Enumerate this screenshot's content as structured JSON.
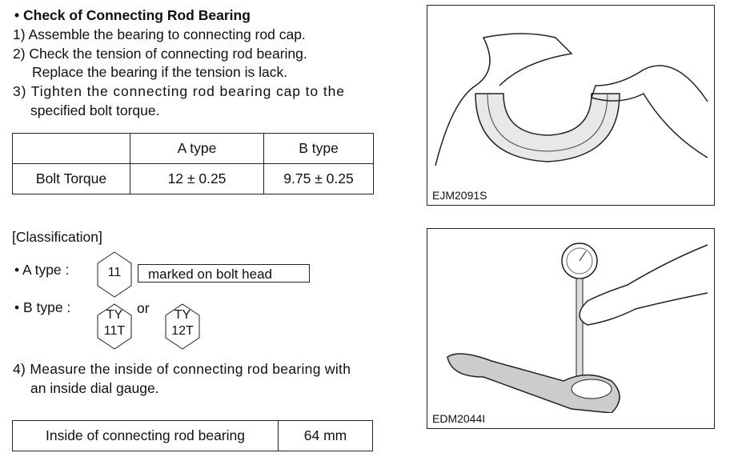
{
  "heading": "• Check of Connecting Rod Bearing",
  "steps": {
    "s1": "1) Assemble the bearing to connecting rod cap.",
    "s2": "2) Check the tension of connecting rod bearing.",
    "s2b": "Replace the bearing if the tension is lack.",
    "s3": "3) Tighten the connecting rod bearing cap to the",
    "s3b": "specified bolt torque.",
    "s4": "4) Measure the inside of connecting rod bearing with",
    "s4b": "an inside dial gauge."
  },
  "torque_table": {
    "headers": [
      "",
      "A type",
      "B type"
    ],
    "row": [
      "Bolt Torque",
      "12 ± 0.25",
      "9.75 ± 0.25"
    ]
  },
  "classification": {
    "title": "[Classification]",
    "a_label": "• A type :",
    "a_mark": "11",
    "a_note": "marked on bolt head",
    "b_label": "• B type :",
    "b_mark1_top": "TY",
    "b_mark1_bot": "11T",
    "or": "or",
    "b_mark2_top": "TY",
    "b_mark2_bot": "12T"
  },
  "inside_table": {
    "label": "Inside of connecting rod bearing",
    "value": "64 mm"
  },
  "figures": {
    "fig1_caption": "EJM2091S",
    "fig2_caption": "EDM2044I"
  }
}
